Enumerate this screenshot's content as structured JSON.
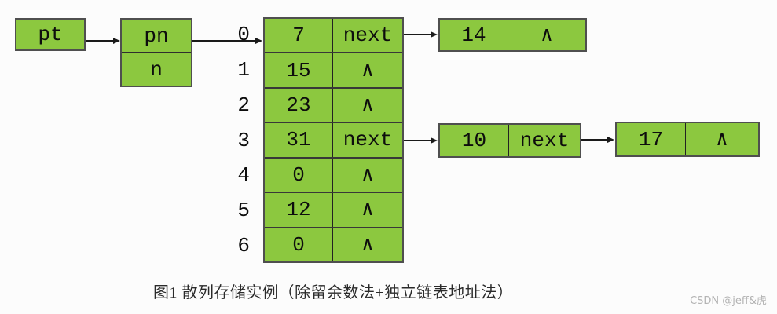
{
  "figure": {
    "caption": "图1 散列存储实例（除留余数法+独立链表地址法）",
    "watermark": "CSDN @jeff&虎"
  },
  "pointers": {
    "pt": "pt",
    "pn": "pn",
    "n": "n"
  },
  "hash_table": {
    "indices": [
      "0",
      "1",
      "2",
      "3",
      "4",
      "5",
      "6"
    ],
    "rows": [
      {
        "value": "7",
        "pointer": "next"
      },
      {
        "value": "15",
        "pointer": "∧"
      },
      {
        "value": "23",
        "pointer": "∧"
      },
      {
        "value": "31",
        "pointer": "next"
      },
      {
        "value": "0",
        "pointer": "∧"
      },
      {
        "value": "12",
        "pointer": "∧"
      },
      {
        "value": "0",
        "pointer": "∧"
      }
    ]
  },
  "chain_nodes": [
    {
      "value": "14",
      "pointer": "∧"
    },
    {
      "value": "10",
      "pointer": "next"
    },
    {
      "value": "17",
      "pointer": "∧"
    }
  ],
  "colors": {
    "cell_green": "#8cc83f",
    "outer_border": "#4f4f4f",
    "line": "#1a1a1a"
  }
}
